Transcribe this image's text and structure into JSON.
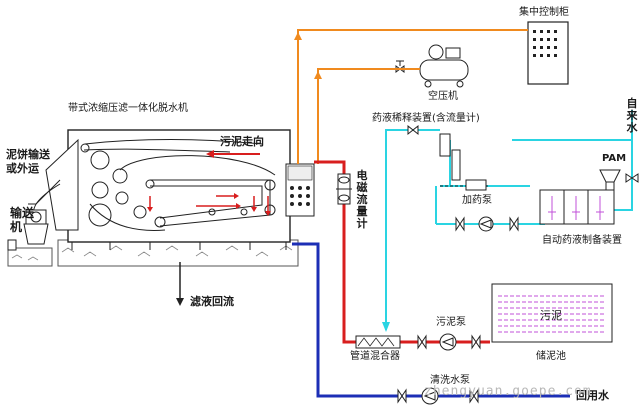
{
  "colors": {
    "sludge_line": "#d81e1e",
    "water_line": "#1c2fb6",
    "air_line": "#f08a1e",
    "reagent_line": "#2ad4e2",
    "equipment": "#333333"
  },
  "labels": {
    "control_cabinet": "集中控制柜",
    "air_compressor": "空压机",
    "machine_title": "带式浓缩压滤一体化脱水机",
    "sludge_direction": "污泥走向",
    "cake_transport": "泥饼输送\n或外运",
    "conveyor": "输送\n机",
    "flowmeter": "电磁流量计",
    "dilution_device": "药液稀释装置(含流量计)",
    "dosing_pump": "加药泵",
    "pam": "PAM",
    "tap_water": "自来水",
    "auto_dosing": "自动药液制备装置",
    "sludge_in_tank": "污泥",
    "sludge_tank": "储泥池",
    "sludge_pump": "污泥泵",
    "pipe_mixer": "管道混合器",
    "filtrate_return": "滤液回流",
    "wash_pump": "清洗水泵",
    "reuse_water": "回用水",
    "watermark": "zhengyuan.goepe.com"
  }
}
